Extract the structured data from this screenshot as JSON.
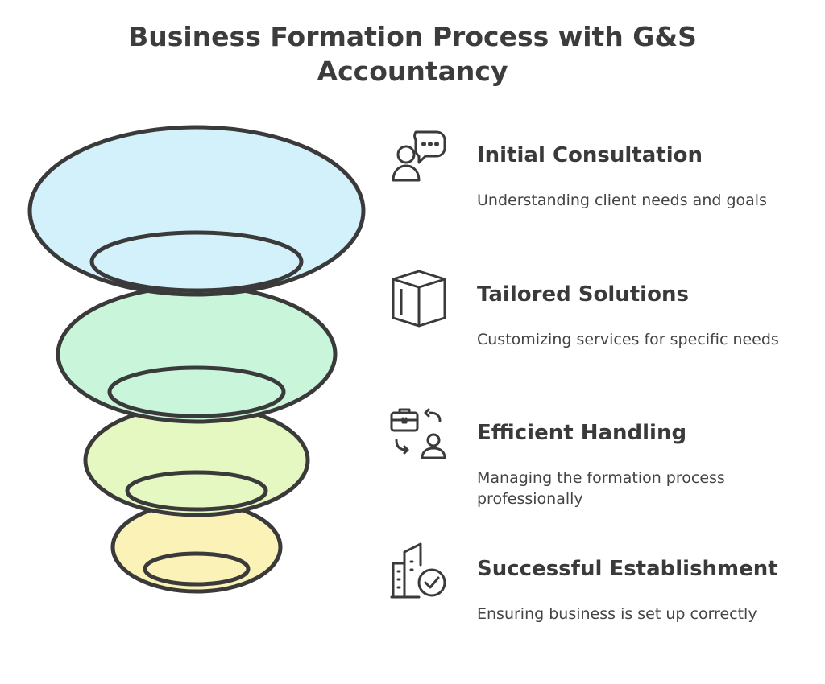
{
  "title": {
    "line1": "Business Formation Process with G&S",
    "line2": "Accountancy"
  },
  "steps": [
    {
      "heading": "Initial Consultation",
      "description": "Understanding client needs and goals",
      "icon": "consultation-chat-icon",
      "color": "#d3f1fb"
    },
    {
      "heading": "Tailored Solutions",
      "description": "Customizing services for specific needs",
      "icon": "box-icon",
      "color": "#c9f5da"
    },
    {
      "heading": "Efficient Handling",
      "description": "Managing the formation process professionally",
      "icon": "briefcase-exchange-icon",
      "color": "#e5f8c2"
    },
    {
      "heading": "Successful Establishment",
      "description": "Ensuring business is set up correctly",
      "icon": "building-check-icon",
      "color": "#fbf2b8"
    }
  ],
  "colors": {
    "stroke": "#3a3a3a",
    "text": "#3a3a3a"
  }
}
